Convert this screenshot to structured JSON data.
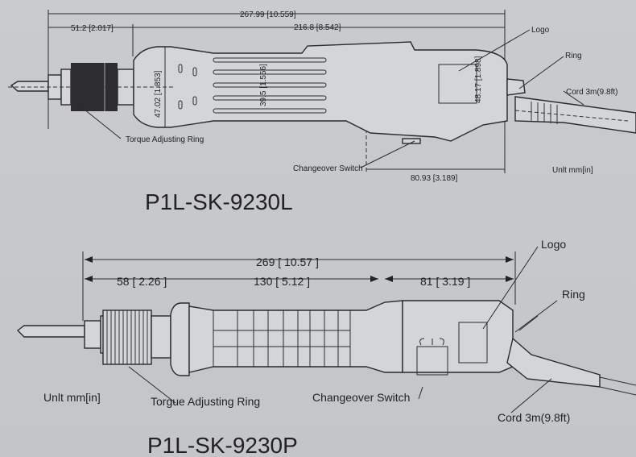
{
  "top": {
    "model": "P1L-SK-9230L",
    "dims": {
      "overall": "267.99 [10.559]",
      "front": "51.2 [2.017]",
      "body": "216.8 [8.542]",
      "rear": "80.93 [3.189]",
      "head_dia": "47.02 [1.853]",
      "grip_dia": "39.5 [1.556]",
      "rear_dia": "48.17 [1.898]"
    },
    "labels": {
      "logo": "Logo",
      "ring": "Ring",
      "cord": "Cord 3m(9.8ft)",
      "torque": "Torque Adjusting Ring",
      "switch": "Changeover Switch",
      "unit": "Unlt mm[in]"
    }
  },
  "bottom": {
    "model": "P1L-SK-9230P",
    "dims": {
      "overall": "269 [ 10.57 ]",
      "front": "58 [ 2.26 ]",
      "middle": "130 [ 5.12 ]",
      "rear": "81 [ 3.19 ]"
    },
    "labels": {
      "logo": "Logo",
      "ring": "Ring",
      "cord": "Cord 3m(9.8ft)",
      "torque": "Torgue Adjusting Ring",
      "switch": "Changeover Switch",
      "unit": "Unlt  mm[in]"
    }
  }
}
